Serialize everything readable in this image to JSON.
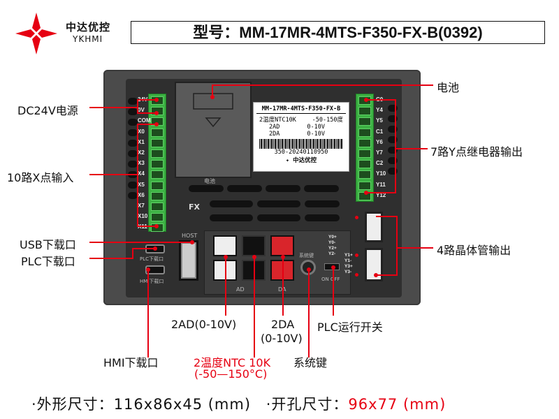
{
  "brand": {
    "name_cn": "中达优控",
    "name_en": "YKHMI"
  },
  "model": {
    "label": "型号：MM-17MR-4MTS-F350-FX-B(0392)"
  },
  "device_label": {
    "model": "MM-17MR-4MTS-F350-FX-B",
    "rows": [
      [
        "2温度NTC10K",
        "-50-150度"
      ],
      [
        "2AD",
        "0-10V"
      ],
      [
        "2DA",
        "0-10V"
      ]
    ],
    "serial": "350-20240110950",
    "brand": "中达优控"
  },
  "device_marks": {
    "battery": "电池",
    "fx": "FX",
    "host": "HOST",
    "plc_port": "PLC下载口",
    "hmi_port": "HMI下载口",
    "ad": "AD",
    "da": "DA",
    "sys_key": "系统键",
    "switch": "ON OFF",
    "y_left": [
      "Y0+",
      "Y0-",
      "Y2+",
      "Y2-"
    ],
    "y_right": [
      "Y1+",
      "Y1-",
      "Y3+",
      "Y3-"
    ]
  },
  "left_terminals": [
    "24V",
    "0V",
    "COM",
    "X0",
    "X1",
    "X2",
    "X3",
    "X4",
    "X5",
    "X6",
    "X7",
    "X10",
    "X11"
  ],
  "right_terminals": [
    "C0",
    "Y4",
    "Y5",
    "C1",
    "Y6",
    "Y7",
    "C2",
    "Y10",
    "Y11",
    "Y12"
  ],
  "callouts": {
    "dc24v": "DC24V电源",
    "x_input": "10路X点输入",
    "usb": "USB下载口",
    "plc": "PLC下载口",
    "battery": "电池",
    "y_relay": "7路Y点继电器输出",
    "transistor": "4路晶体管输出",
    "ad": "2AD(0-10V)",
    "da1": "2DA",
    "da2": "(0-10V)",
    "run_switch": "PLC运行开关",
    "hmi": "HMI下载口",
    "temp1": "2温度NTC 10K",
    "temp2": "(-50—150°C)",
    "sys_key": "系统键"
  },
  "footer": {
    "outer_label": "·外形尺寸：",
    "outer_value": "116x86x45 (mm)",
    "cut_label": "·开孔尺寸：",
    "cut_value": "96x77 (mm)"
  },
  "colors": {
    "accent": "#e60012",
    "terminal": "#3cb043"
  }
}
